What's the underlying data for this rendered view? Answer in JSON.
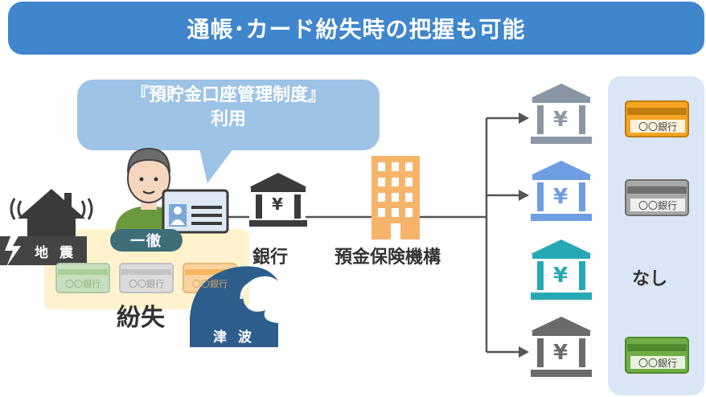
{
  "title": "通帳･カード紛失時の把握も可能",
  "bubble": {
    "line1": "『預貯金口座管理制度』",
    "line2": "利用"
  },
  "person_name": "一徹",
  "disaster": {
    "earthquake": "地 震",
    "tsunami": "津 波"
  },
  "lost_label": "紛失",
  "bank_label": "銀行",
  "agency_label": "預金保険機構",
  "none_label": "なし",
  "card_text": "〇〇銀行",
  "bank_symbol": "¥",
  "colors": {
    "title_bar": "#3f86cc",
    "bubble": "#9dc3e6",
    "lost_area": "#fff2cc",
    "panel": "#dae5f5",
    "bank_gray": "#8b96a5",
    "bank_blue": "#6e9de2",
    "bank_teal": "#27a9b5",
    "bank_dark": "#6b6b6b",
    "card_orange": "#f5a623",
    "card_gray": "#a8a8a8",
    "card_green": "#70ad47"
  },
  "icons": [
    "house-icon",
    "lightning-icon",
    "wave-icon",
    "person-icon",
    "id-card-icon",
    "bank-icon",
    "building-icon",
    "card-icon",
    "arrow-icon"
  ]
}
